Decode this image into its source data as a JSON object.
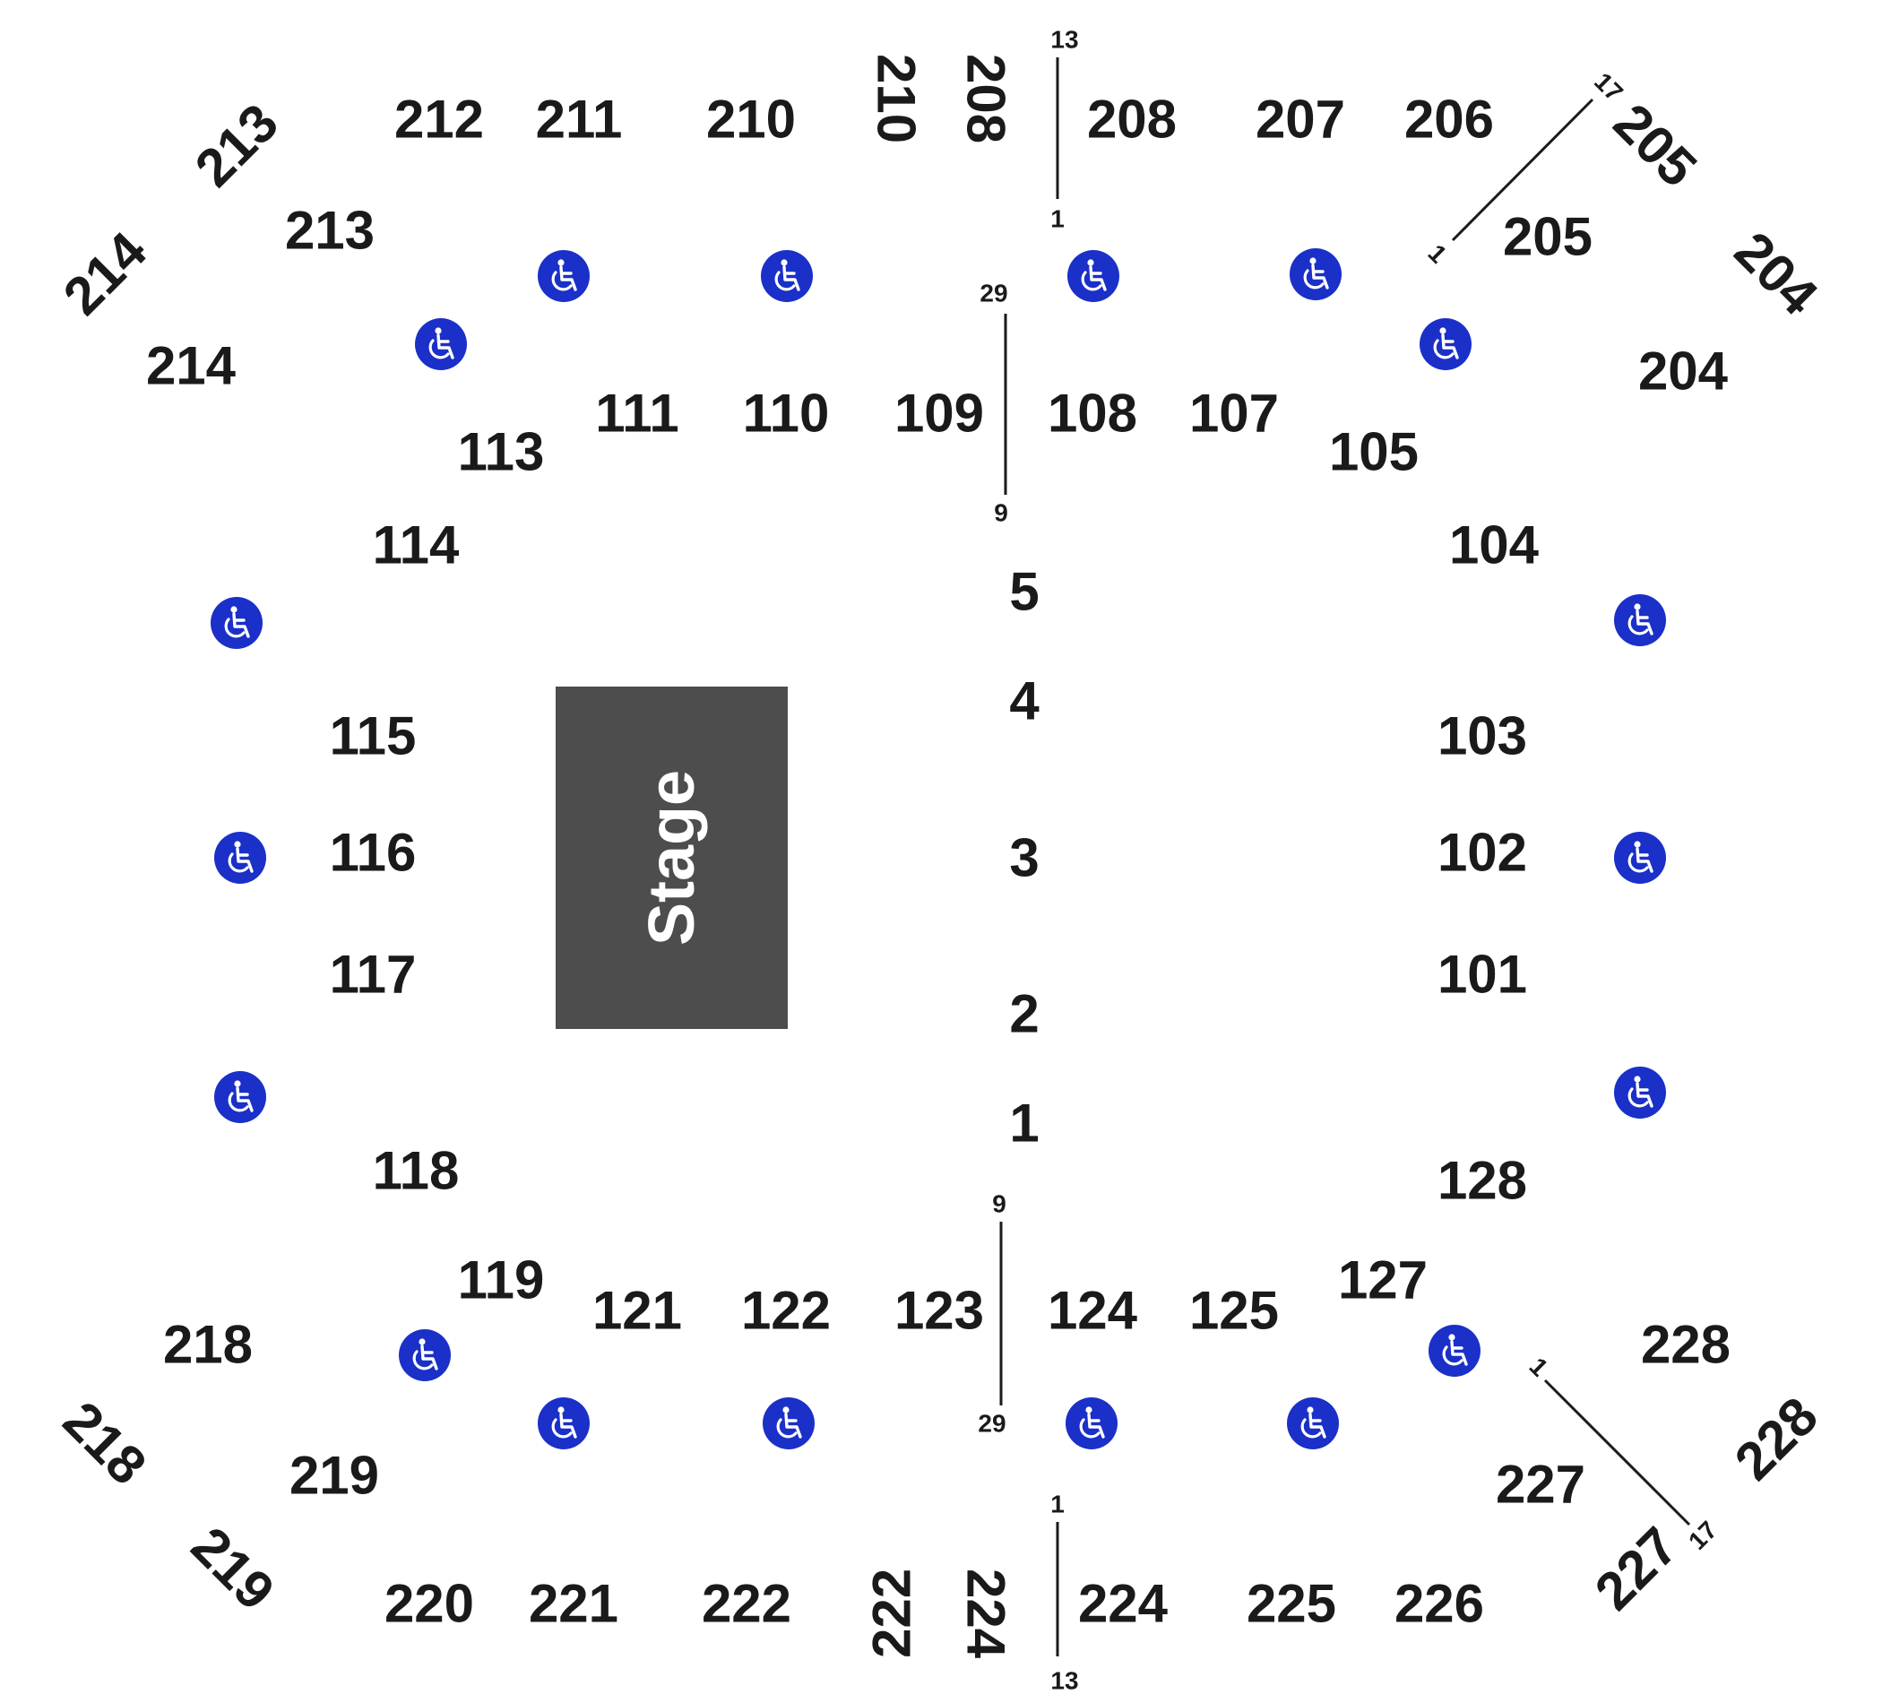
{
  "colors": {
    "stage": "#4d4d4d",
    "accessible": "#1a30c8",
    "text": "#1a1a1a",
    "background": "#ffffff"
  },
  "stage": {
    "label": "Stage"
  },
  "sections": [
    "212",
    "211",
    "210",
    "210",
    "208",
    "208",
    "207",
    "206",
    "205",
    "205",
    "213",
    "213",
    "214",
    "214",
    "204",
    "204",
    "111",
    "110",
    "109",
    "108",
    "107",
    "113",
    "105",
    "114",
    "104",
    "5",
    "4",
    "3",
    "2",
    "1",
    "115",
    "116",
    "117",
    "103",
    "102",
    "101",
    "118",
    "128",
    "119",
    "121",
    "122",
    "123",
    "124",
    "125",
    "127",
    "218",
    "228",
    "218",
    "219",
    "227",
    "228",
    "219",
    "220",
    "221",
    "222",
    "222",
    "224",
    "224",
    "225",
    "226",
    "227"
  ],
  "row_markers": [
    "13",
    "1",
    "17",
    "1",
    "29",
    "9",
    "9",
    "29",
    "1",
    "13",
    "1",
    "17"
  ],
  "accessible_icon": "wheelchair-icon"
}
